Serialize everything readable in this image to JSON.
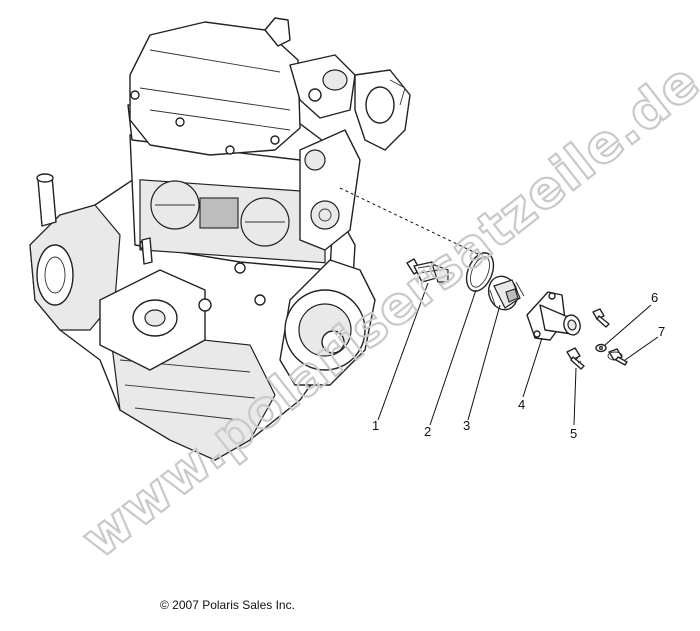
{
  "diagram": {
    "callouts": [
      {
        "label": "1"
      },
      {
        "label": "2"
      },
      {
        "label": "3"
      },
      {
        "label": "4"
      },
      {
        "label": "5"
      },
      {
        "label": "6"
      },
      {
        "label": "7"
      }
    ],
    "watermark": "www.polarisersatzeile.de",
    "copyright": "© 2007 Polaris Sales Inc."
  }
}
